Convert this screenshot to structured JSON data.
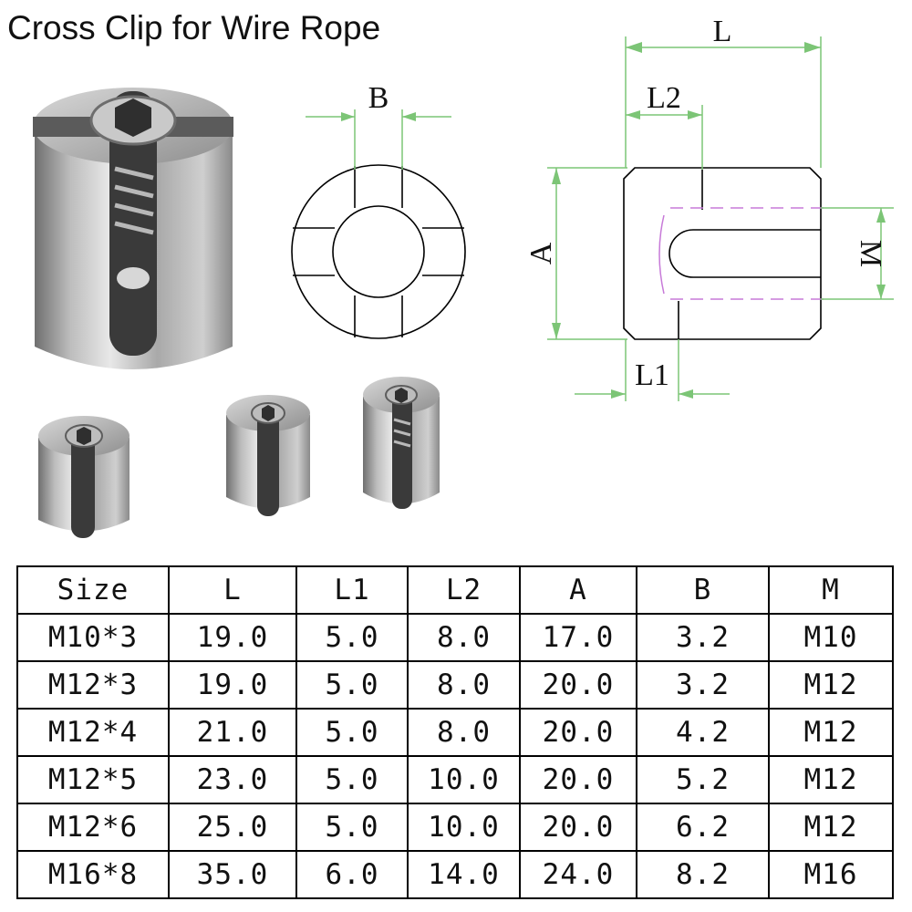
{
  "title": "Cross Clip for Wire Rope",
  "diagram": {
    "labels": {
      "L": "L",
      "L2": "L2",
      "L1": "L1",
      "A": "A",
      "M": "M",
      "B": "B"
    },
    "dimension_line_color": "#7cc576",
    "hidden_line_color": "#c77ad8"
  },
  "table": {
    "headers": [
      "Size",
      "L",
      "L1",
      "L2",
      "A",
      "B",
      "M"
    ],
    "rows": [
      [
        "M10*3",
        "19.0",
        "5.0",
        "8.0",
        "17.0",
        "3.2",
        "M10"
      ],
      [
        "M12*3",
        "19.0",
        "5.0",
        "8.0",
        "20.0",
        "3.2",
        "M12"
      ],
      [
        "M12*4",
        "21.0",
        "5.0",
        "8.0",
        "20.0",
        "4.2",
        "M12"
      ],
      [
        "M12*5",
        "23.0",
        "5.0",
        "10.0",
        "20.0",
        "5.2",
        "M12"
      ],
      [
        "M12*6",
        "25.0",
        "5.0",
        "10.0",
        "20.0",
        "6.2",
        "M12"
      ],
      [
        "M16*8",
        "35.0",
        "6.0",
        "14.0",
        "24.0",
        "8.2",
        "M16"
      ]
    ]
  }
}
